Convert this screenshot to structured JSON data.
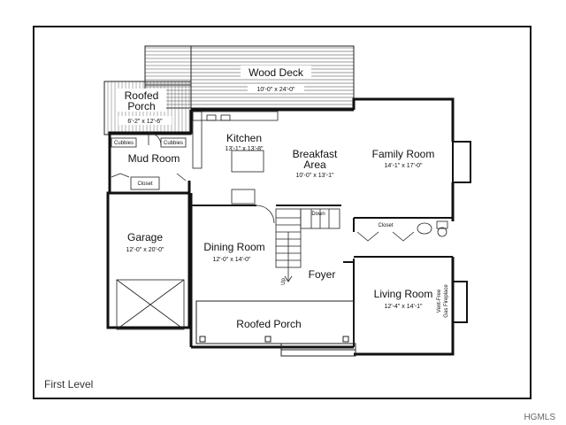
{
  "plan": {
    "level_label": "First Level",
    "watermark": "HGMLS",
    "rooms": {
      "wood_deck": {
        "name": "Wood Deck",
        "dims": "10'-0\" x 24'-0\""
      },
      "roofed_porch_rear": {
        "name_line1": "Roofed",
        "name_line2": "Porch",
        "dims": "6'-2\" x 12'-6\""
      },
      "kitchen": {
        "name": "Kitchen",
        "dims": "13'-1\" x 13'-8\""
      },
      "breakfast": {
        "name_line1": "Breakfast",
        "name_line2": "Area",
        "dims": "10'-0\" x 13'-1\""
      },
      "family_room": {
        "name": "Family Room",
        "dims": "14'-1\" x 17'-0\""
      },
      "mud_room": {
        "name": "Mud Room"
      },
      "garage": {
        "name": "Garage",
        "dims": "12'-0\" x 20'-0\""
      },
      "dining_room": {
        "name": "Dining Room",
        "dims": "12'-0\" x 14'-0\""
      },
      "foyer": {
        "name": "Foyer"
      },
      "living_room": {
        "name": "Living Room",
        "dims": "12'-4\" x 14'-1\""
      },
      "roofed_porch_front": {
        "name": "Roofed Porch"
      }
    },
    "labels": {
      "cubbies_left": "Cubbies",
      "cubbies_right": "Cubbies",
      "closet_mud": "Closet",
      "closet_hall": "Closet",
      "down": "Down",
      "up": "Up",
      "fireplace_line1": "Vent-Free",
      "fireplace_line2": "Gas Fireplace"
    }
  }
}
